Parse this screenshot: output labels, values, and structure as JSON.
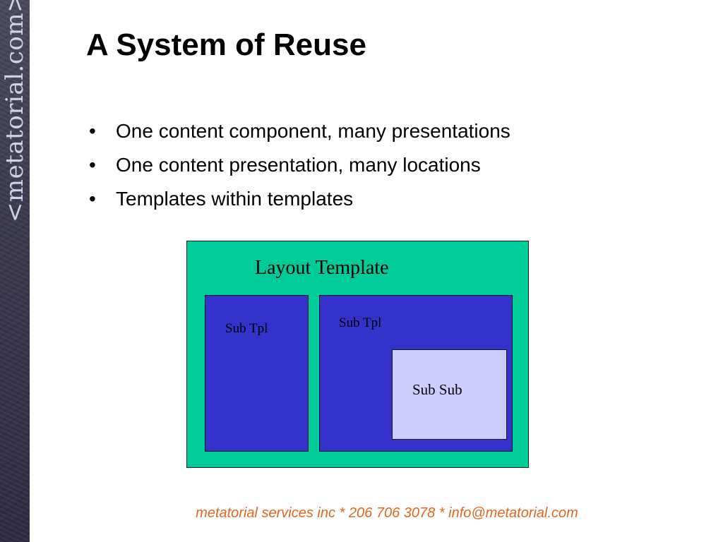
{
  "sidebar": {
    "logo_text": "<metatorial.com>"
  },
  "slide": {
    "title": "A System of Reuse",
    "bullet_marker": "•",
    "bullets": [
      "One content component, many presentations",
      "One content presentation, many locations",
      "Templates within templates"
    ]
  },
  "diagram": {
    "layout_label": "Layout Template",
    "sub_left_label": "Sub Tpl",
    "sub_right_label": "Sub Tpl",
    "sub_sub_label": "Sub Sub",
    "colors": {
      "layout": "#00cc99",
      "sub_template": "#3333cc",
      "sub_sub": "#ccccff"
    }
  },
  "footer": {
    "text": "metatorial services inc * 206 706 3078 * info@metatorial.com",
    "color": "#e0661f"
  }
}
